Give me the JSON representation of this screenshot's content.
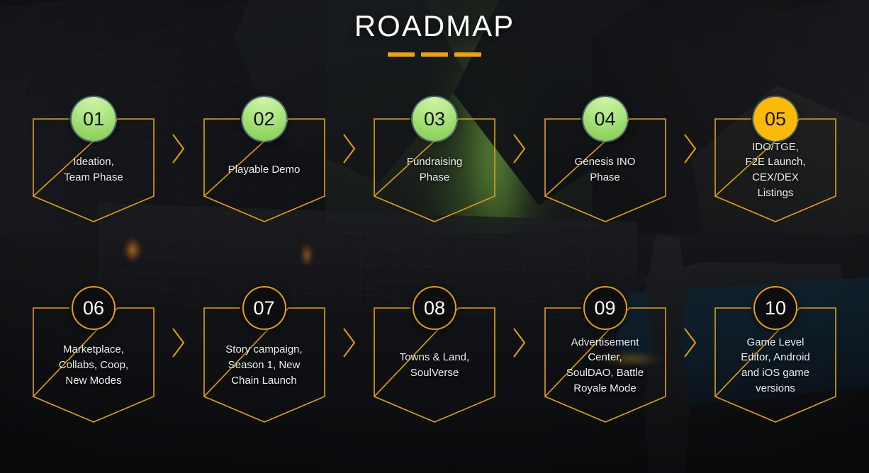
{
  "header": {
    "title": "ROADMAP",
    "divider_dashes": 3
  },
  "theme": {
    "accent_orange": "#e2a011",
    "dash_orange": "#f2a208",
    "badge_green_light": "#d2f3a8",
    "badge_green_dark": "#7cc353",
    "badge_amber": "#fbba09",
    "badge_dark": "#0d0d0f",
    "text_light": "#eef0f0",
    "background_dark": "#111215"
  },
  "rows": [
    {
      "name": "top-row",
      "steps": [
        {
          "number": "01",
          "badge_style": "green",
          "text": "Ideation,\nTeam Phase"
        },
        {
          "number": "02",
          "badge_style": "green",
          "text": "Playable Demo"
        },
        {
          "number": "03",
          "badge_style": "green",
          "text": "Fundraising\nPhase"
        },
        {
          "number": "04",
          "badge_style": "green",
          "text": "Genesis INO\nPhase"
        },
        {
          "number": "05",
          "badge_style": "amber",
          "text": "IDO/TGE,\nF2E Launch,\nCEX/DEX\nListings"
        }
      ]
    },
    {
      "name": "bottom-row",
      "steps": [
        {
          "number": "06",
          "badge_style": "dark",
          "text": "Marketplace,\nCollabs, Coop,\nNew Modes"
        },
        {
          "number": "07",
          "badge_style": "dark",
          "text": "Story campaign,\nSeason 1, New\nChain Launch"
        },
        {
          "number": "08",
          "badge_style": "dark",
          "text": "Towns & Land,\nSoulVerse"
        },
        {
          "number": "09",
          "badge_style": "dark",
          "text": "Advertisement\nCenter,\nSoulDAO, Battle\nRoyale Mode"
        },
        {
          "number": "10",
          "badge_style": "dark",
          "text": "Game Level\nEditor, Android\nand iOS game\nversions"
        }
      ]
    }
  ],
  "icons": {
    "step_separator": "chevron-right-icon"
  }
}
